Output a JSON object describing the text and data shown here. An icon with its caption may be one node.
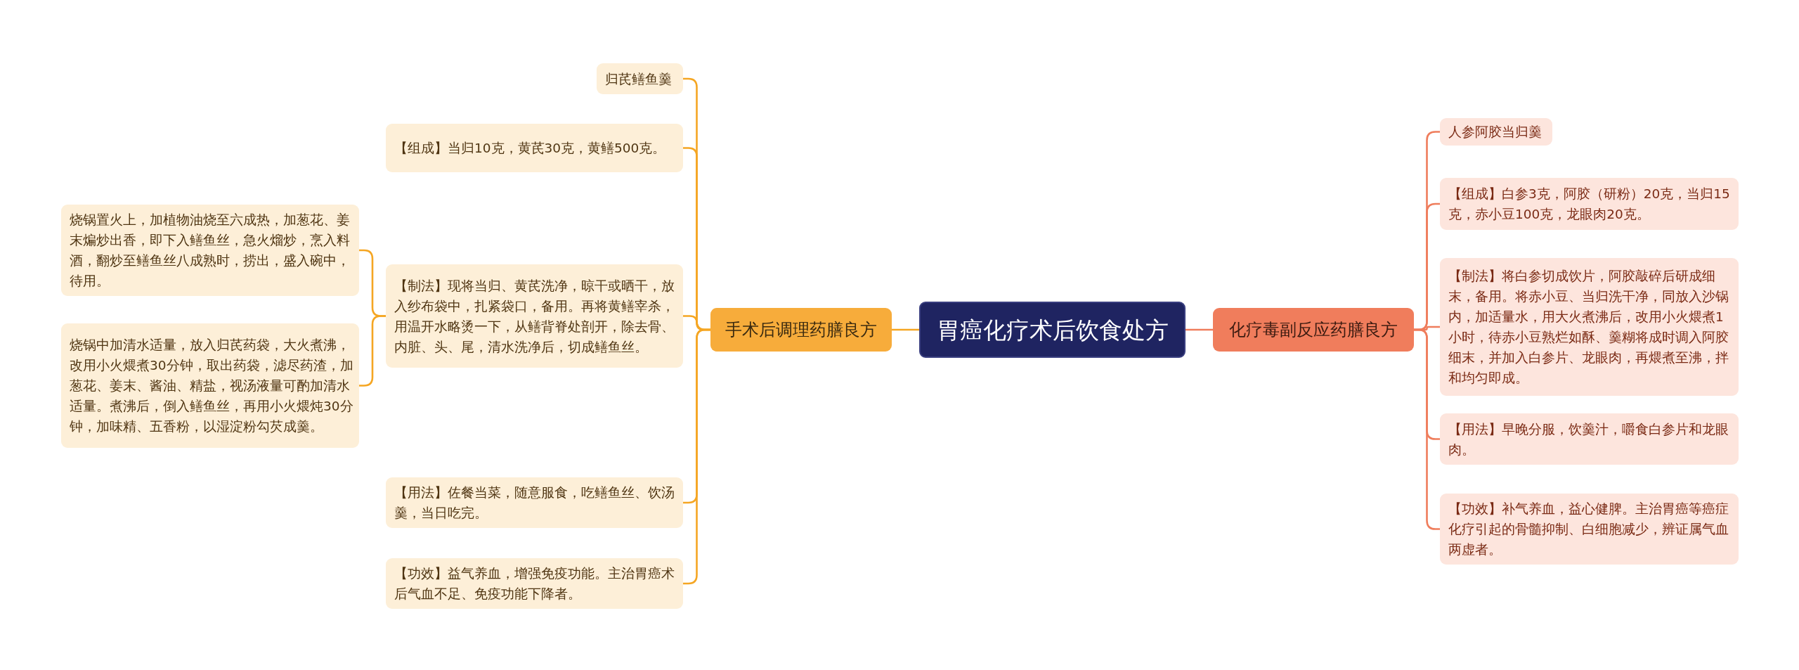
{
  "diagram": {
    "nodes": [
      {
        "text": [
          "胃癌化疗术后饮食处方"
        ]
      },
      {
        "text": [
          "手术后调理药膳良方"
        ]
      },
      {
        "text": [
          "归芪鳝鱼羹"
        ]
      },
      {
        "text": [
          "【组成】当归10克，黄芪30克，黄鳝500克。"
        ]
      },
      {
        "text": [
          "【制法】现将当归、黄芪洗净，晾干或晒干，放入纱布袋中，扎紧袋口，备用。再将黄鳝宰杀，用温开水略烫一下，从鳝背脊处剖开，除去骨、内脏、头、尾，清水洗净后，切成鳝鱼丝。"
        ]
      },
      {
        "text": [
          "烧锅置火上，加植物油烧至六成热，加葱花、姜末煸炒出香，即下入鳝鱼丝，急火熘炒，烹入料酒，翻炒至鳝鱼丝八成熟时，捞出，盛入碗中，待用。"
        ]
      },
      {
        "text": [
          "烧锅中加清水适量，放入归芪药袋，大火煮沸，改用小火煨煮30分钟，取出药袋，滤尽药渣，加葱花、姜末、酱油、精盐，视汤液量可酌加清水适量。煮沸后，倒入鳝鱼丝，再用小火煨炖30分钟，加味精、五香粉，以湿淀粉勾芡成羹。"
        ]
      },
      {
        "text": [
          "【用法】佐餐当菜，随意服食，吃鳝鱼丝、饮汤羹，当日吃完。"
        ]
      },
      {
        "text": [
          "【功效】益气养血，增强免疫功能。主治胃癌术后气血不足、免疫功能下降者。"
        ]
      },
      {
        "text": [
          "化疗毒副反应药膳良方"
        ]
      },
      {
        "text": [
          "人参阿胶当归羹"
        ]
      },
      {
        "text": [
          "【组成】白参3克，阿胶（研粉）20克，当归15克，赤小豆100克，龙眼肉20克。"
        ]
      },
      {
        "text": [
          "【制法】将白参切成饮片，阿胶敲碎后研成细末，备用。将赤小豆、当归洗干净，同放入沙锅内，加适量水，用大火煮沸后，改用小火煨煮1小时，待赤小豆熟烂如酥、羹糊将成时调入阿胶细末，并加入白参片、龙眼肉，再煨煮至沸，拌和均匀即成。"
        ]
      },
      {
        "text": [
          "【用法】早晚分服，饮羹汁，嚼食白参片和龙眼肉。"
        ]
      },
      {
        "text": [
          "【功效】补气养血，益心健脾。主治胃癌等癌症化疗引起的骨髓抑制、白细胞减少，辨证属气血两虚者。"
        ]
      }
    ],
    "edges": [
      {
        "from": 0,
        "to": 1,
        "arrow": "none"
      },
      {
        "from": 1,
        "to": 2,
        "arrow": "none"
      },
      {
        "from": 1,
        "to": 3,
        "arrow": "none"
      },
      {
        "from": 1,
        "to": 4,
        "arrow": "none"
      },
      {
        "from": 4,
        "to": 5,
        "arrow": "none"
      },
      {
        "from": 4,
        "to": 6,
        "arrow": "none"
      },
      {
        "from": 1,
        "to": 7,
        "arrow": "none"
      },
      {
        "from": 1,
        "to": 8,
        "arrow": "none"
      },
      {
        "from": 0,
        "to": 9,
        "arrow": "none",
        "color": "#ef7d5c"
      },
      {
        "from": 9,
        "to": 10,
        "arrow": "none",
        "color": "#ef7d5c"
      },
      {
        "from": 9,
        "to": 11,
        "arrow": "none",
        "color": "#ef7d5c"
      },
      {
        "from": 9,
        "to": 12,
        "arrow": "none",
        "color": "#ef7d5c"
      },
      {
        "from": 9,
        "to": 13,
        "arrow": "none",
        "color": "#ef7d5c"
      },
      {
        "from": 9,
        "to": 14,
        "arrow": "none",
        "color": "#ef7d5c"
      }
    ]
  }
}
